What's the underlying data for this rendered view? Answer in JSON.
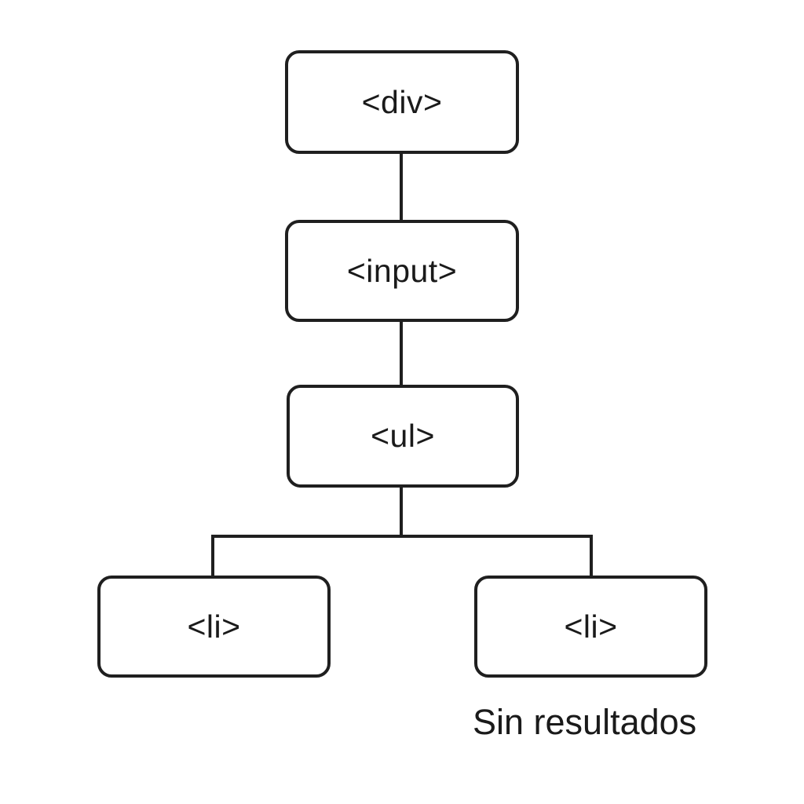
{
  "diagram": {
    "type": "dom-tree",
    "background_color": "#ffffff",
    "stroke_color": "#1f1f1f",
    "text_color": "#1a1a1a",
    "nodes": [
      {
        "id": "div",
        "label": "<div>"
      },
      {
        "id": "input",
        "label": "<input>"
      },
      {
        "id": "ul",
        "label": "<ul>"
      },
      {
        "id": "li_left",
        "label": "<li>"
      },
      {
        "id": "li_right",
        "label": "<li>"
      }
    ],
    "edges": [
      {
        "from": "div",
        "to": "input"
      },
      {
        "from": "input",
        "to": "ul"
      },
      {
        "from": "ul",
        "to": "li_left"
      },
      {
        "from": "ul",
        "to": "li_right"
      }
    ],
    "caption": "Sin resultados"
  }
}
